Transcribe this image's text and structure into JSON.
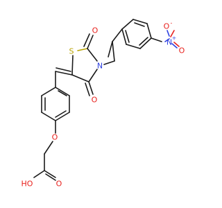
{
  "molecule": {
    "atom_labels": {
      "o_nitro_top": "O",
      "o_nitro_top_charge": "-",
      "n_nitro": "N",
      "n_nitro_charge": "+",
      "o_nitro_bottom": "O",
      "s_ring": "S",
      "o_c2": "O",
      "n_ring": "N",
      "o_c4": "O",
      "o_ether": "O",
      "o_acid_hydroxyl": "HO",
      "o_acid_carbonyl": "O"
    }
  }
}
